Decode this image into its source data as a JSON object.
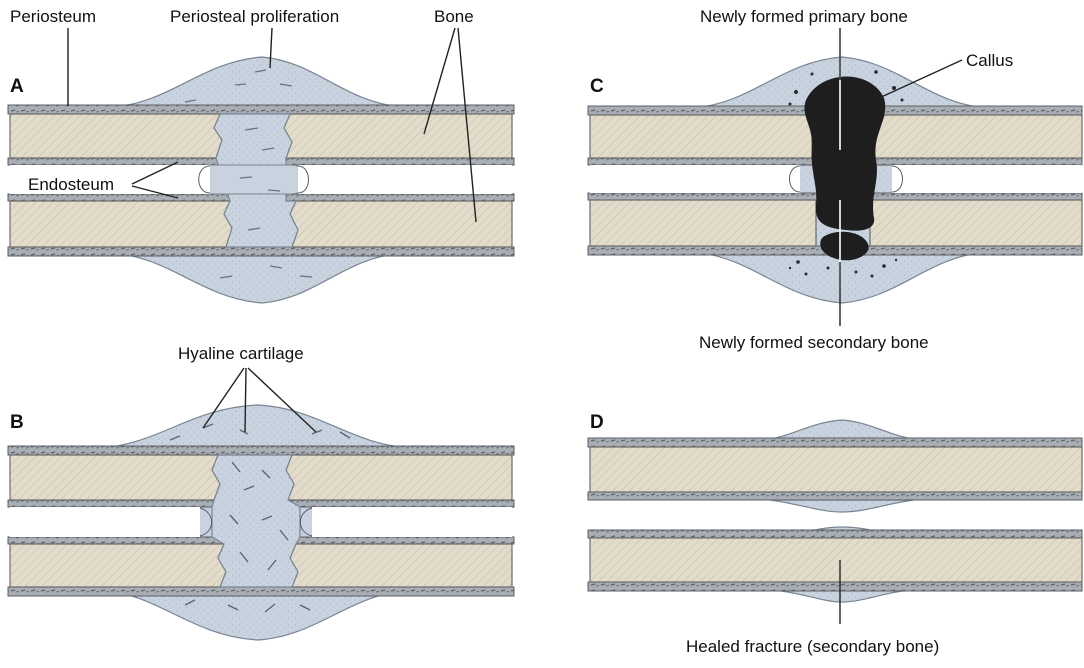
{
  "panels": {
    "a": {
      "letter": "A"
    },
    "b": {
      "letter": "B"
    },
    "c": {
      "letter": "C"
    },
    "d": {
      "letter": "D"
    }
  },
  "labels": {
    "periosteum": "Periosteum",
    "periosteal_proliferation": "Periosteal proliferation",
    "bone": "Bone",
    "endosteum": "Endosteum",
    "hyaline_cartilage": "Hyaline cartilage",
    "newly_formed_primary_bone": "Newly formed primary bone",
    "callus": "Callus",
    "newly_formed_secondary_bone": "Newly formed secondary bone",
    "healed_fracture": "Healed fracture (secondary bone)"
  },
  "colors": {
    "bone_fill": "#e4dccb",
    "periosteum": "#9aa0a8",
    "callus_fill": "#c9d3e0",
    "primary_bone": "#1e1e1e"
  }
}
